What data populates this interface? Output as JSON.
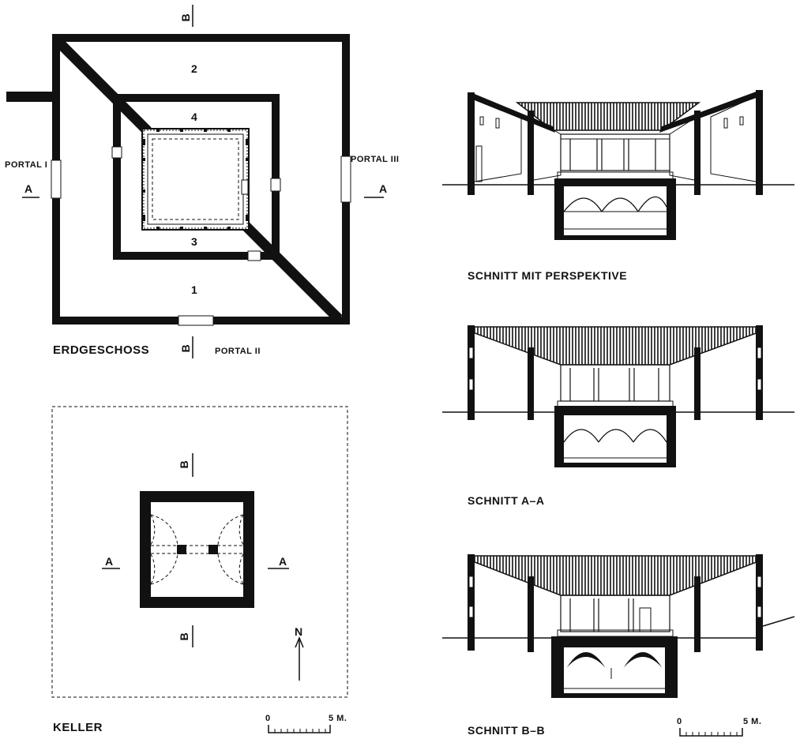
{
  "ground_floor": {
    "caption": "ERDGESCHOSS",
    "rooms": [
      "1",
      "2",
      "3",
      "4"
    ],
    "portals": {
      "p1": "PORTAL I",
      "p2": "PORTAL II",
      "p3": "PORTAL III"
    },
    "section_marks": {
      "a": "A",
      "b": "B"
    }
  },
  "cellar": {
    "caption": "KELLER",
    "north": "N",
    "section_marks": {
      "a": "A",
      "b": "B"
    },
    "scale": {
      "start": "0",
      "end": "5 M."
    }
  },
  "sections": {
    "perspective_caption": "SCHNITT MIT PERSPEKTIVE",
    "aa_caption": "SCHNITT A–A",
    "bb_caption": "SCHNITT B–B",
    "scale": {
      "start": "0",
      "end": "5 M."
    }
  }
}
